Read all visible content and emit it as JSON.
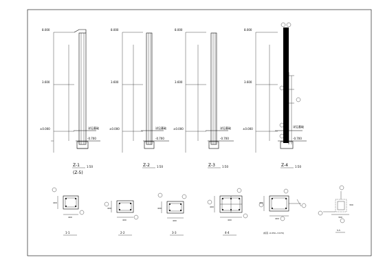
{
  "sheet": {
    "columns": [
      {
        "label": "Z-1",
        "sublabel": "(Z-5)",
        "scale": "1:50",
        "top_level": "8.000",
        "mid_level": "3.600",
        "base_level": "±0.000",
        "foot_level": "-0.700",
        "note": "详见基础"
      },
      {
        "label": "Z-2",
        "sublabel": "",
        "scale": "1:50",
        "top_level": "8.000",
        "mid_level": "3.600",
        "base_level": "±0.000",
        "foot_level": "-0.700",
        "note": "详见基础"
      },
      {
        "label": "Z-3",
        "sublabel": "",
        "scale": "1:50",
        "top_level": "8.000",
        "mid_level": "3.600",
        "base_level": "±0.000",
        "foot_level": "-0.700",
        "note": "详见基础"
      },
      {
        "label": "Z-4",
        "sublabel": "",
        "scale": "1:50",
        "top_level": "8.000",
        "mid_level": "3.600",
        "base_level": "±0.000",
        "foot_level": "-0.700",
        "note": "详见基础"
      }
    ],
    "sections": [
      {
        "label": "1-1",
        "width": "400",
        "depth": "400"
      },
      {
        "label": "2-2",
        "width": "400",
        "depth": "400"
      },
      {
        "label": "3-3",
        "width": "400",
        "depth": "400"
      },
      {
        "label": "4-4",
        "width": "400",
        "depth": "400"
      },
      {
        "label": "(标高 -0.050~3.670)",
        "width": "400",
        "depth": "400"
      },
      {
        "label": "5-5",
        "width": "300",
        "depth": "300"
      }
    ]
  }
}
